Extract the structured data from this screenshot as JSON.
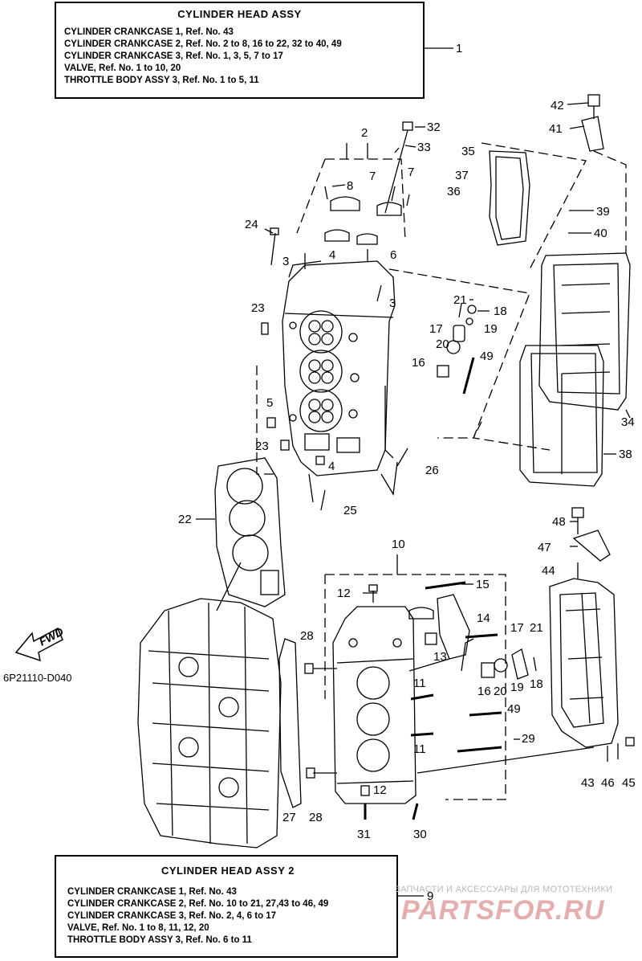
{
  "box_top": {
    "title": "CYLINDER HEAD ASSY",
    "lines": [
      "CYLINDER CRANKCASE 1,  Ref. No. 43",
      "CYLINDER CRANKCASE 2,  Ref. No. 2 to 8, 16 to 22, 32 to 40, 49",
      "CYLINDER CRANKCASE 3,  Ref. No. 1, 3, 5, 7 to 17",
      "VALVE,  Ref. No. 1 to 10, 20",
      "THROTTLE BODY ASSY 3,  Ref. No. 1 to 5, 11"
    ],
    "ref": "1"
  },
  "box_bottom": {
    "title": "CYLINDER HEAD   ASSY 2",
    "lines": [
      "CYLINDER CRANKCASE 1,  Ref. No. 43",
      "CYLINDER CRANKCASE 2,  Ref. No. 10 to 21, 27,43 to 46, 49",
      "CYLINDER CRANKCASE 3,  Ref. No. 2, 4, 6 to 17",
      "VALVE,  Ref. No. 1 to 8, 11, 12, 20",
      "THROTTLE BODY ASSY 3,  Ref. No. 6 to 11"
    ],
    "ref": "9"
  },
  "diagram_code": "6P21110-D040",
  "fwd_label": "FWD",
  "callouts_top": [
    "2",
    "32",
    "33",
    "7",
    "7",
    "8",
    "24",
    "3",
    "4",
    "6",
    "3",
    "23",
    "5",
    "23",
    "4",
    "25",
    "26",
    "21",
    "18",
    "17",
    "19",
    "20",
    "16",
    "49",
    "35",
    "37",
    "36",
    "39",
    "40",
    "41",
    "42",
    "34",
    "38",
    "22"
  ],
  "callouts_bottom": [
    "10",
    "12",
    "15",
    "14",
    "13",
    "28",
    "17",
    "21",
    "16",
    "20",
    "19",
    "18",
    "11",
    "49",
    "11",
    "29",
    "12",
    "27",
    "28",
    "31",
    "30",
    "48",
    "47",
    "44",
    "43",
    "46",
    "45"
  ],
  "watermark": {
    "line1": "ЗАПЧАСТИ И АКСЕССУАРЫ ДЛЯ МОТОТЕХНИКИ",
    "line2": "PARTSFOR.RU"
  }
}
